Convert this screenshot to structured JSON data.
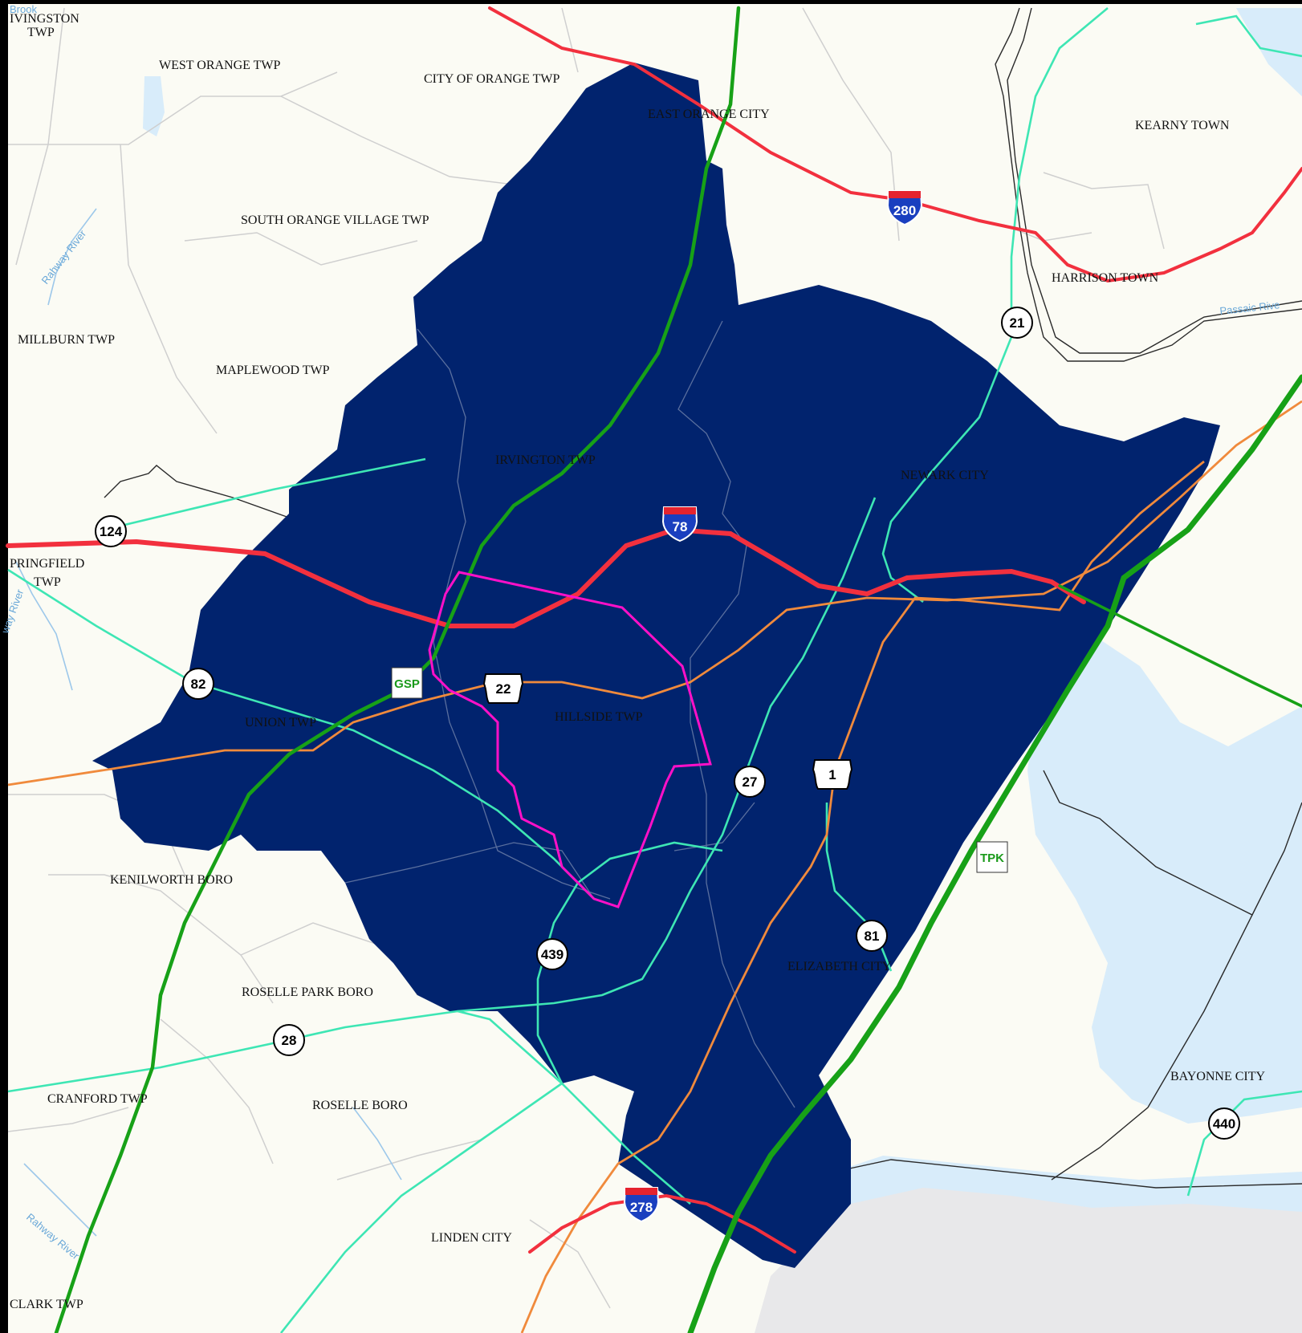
{
  "colors": {
    "land": "#fbfbf4",
    "water": "#d8ecfa",
    "ocean_gray": "#e8e8ea",
    "study_area": "#01236e",
    "interstate": "#f2303e",
    "parkway": "#17a117",
    "us_route": "#f08a3c",
    "state_route": "#3ee6b4",
    "highlight_boundary": "#ff10c8",
    "municipal_boundary": "#cfcfcf"
  },
  "places": {
    "irvington_twp_corner": "IVINGSTON\nTWP",
    "west_orange": "WEST ORANGE TWP",
    "city_of_orange": "CITY OF ORANGE TWP",
    "east_orange": "EAST ORANGE CITY",
    "kearny": "KEARNY TOWN",
    "south_orange": "SOUTH ORANGE VILLAGE TWP",
    "harrison": "HARRISON TOWN",
    "millburn": "MILLBURN TWP",
    "maplewood": "MAPLEWOOD TWP",
    "irvington": "IRVINGTON TWP",
    "newark": "NEWARK CITY",
    "springfield_line1": "PRINGFIELD",
    "springfield_line2": "TWP",
    "union": "UNION TWP",
    "hillside": "HILLSIDE TWP",
    "kenilworth": "KENILWORTH BORO",
    "elizabeth": "ELIZABETH CITY",
    "roselle_park": "ROSELLE PARK BORO",
    "cranford": "CRANFORD TWP",
    "roselle": "ROSELLE BORO",
    "bayonne": "BAYONNE CITY",
    "linden": "LINDEN CITY",
    "clark": "CLARK TWP"
  },
  "water_labels": {
    "rahway_river_north": "Rahway River",
    "rahway_river_west": "way River",
    "rahway_river_south": "Rahway River",
    "passaic_river": "Passaic Rive",
    "brook": "Brook"
  },
  "shields": {
    "i280": "280",
    "i78": "78",
    "i278": "278",
    "us22": "22",
    "us1": "1",
    "gsp": "GSP",
    "tpk": "TPK",
    "r21": "21",
    "r124": "124",
    "r82": "82",
    "r27": "27",
    "r81": "81",
    "r439": "439",
    "r28": "28",
    "r440": "440"
  }
}
